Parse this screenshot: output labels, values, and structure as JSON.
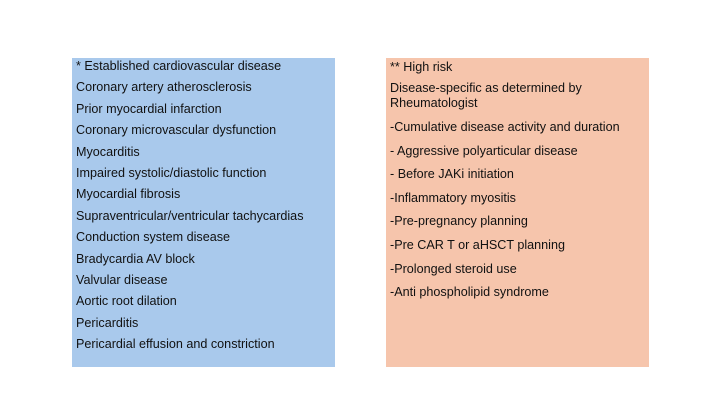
{
  "left_panel": {
    "title": "* Established cardiovascular disease",
    "items": [
      "Coronary artery atherosclerosis",
      "Prior myocardial infarction",
      "Coronary microvascular dysfunction",
      "Myocarditis",
      "Impaired systolic/diastolic function",
      "Myocardial fibrosis",
      "Supraventricular/ventricular tachycardias",
      "Conduction system disease",
      "Bradycardia AV block",
      "Valvular disease",
      "Aortic root dilation",
      "Pericarditis",
      "Pericardial effusion and constriction"
    ],
    "background_color": "#a9c9ec"
  },
  "right_panel": {
    "title": "** High risk",
    "subtitle": "Disease-specific as determined by Rheumatologist",
    "items": [
      "-Cumulative disease activity and duration",
      "- Aggressive polyarticular disease",
      "- Before JAKi initiation",
      "-Inflammatory myositis",
      "-Pre-pregnancy planning",
      "-Pre CAR T or aHSCT planning",
      "-Prolonged steroid use",
      "-Anti phospholipid syndrome"
    ],
    "background_color": "#f6c5ac"
  }
}
